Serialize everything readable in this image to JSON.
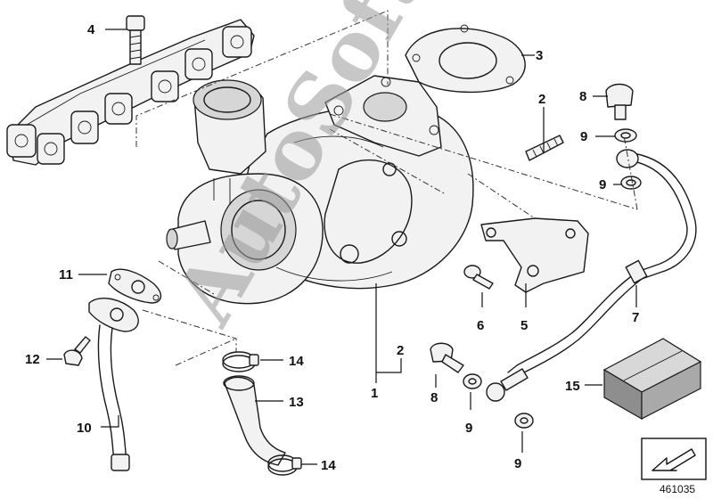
{
  "watermark": "AutoSoft",
  "reference_number": "461035",
  "callouts": {
    "c1": "1",
    "c2a": "2",
    "c2b": "2",
    "c3": "3",
    "c4": "4",
    "c5": "5",
    "c6": "6",
    "c7": "7",
    "c8a": "8",
    "c8b": "8",
    "c9a": "9",
    "c9b": "9",
    "c9c": "9",
    "c9d": "9",
    "c10": "10",
    "c11": "11",
    "c12": "12",
    "c13": "13",
    "c14a": "14",
    "c14b": "14",
    "c15": "15"
  }
}
